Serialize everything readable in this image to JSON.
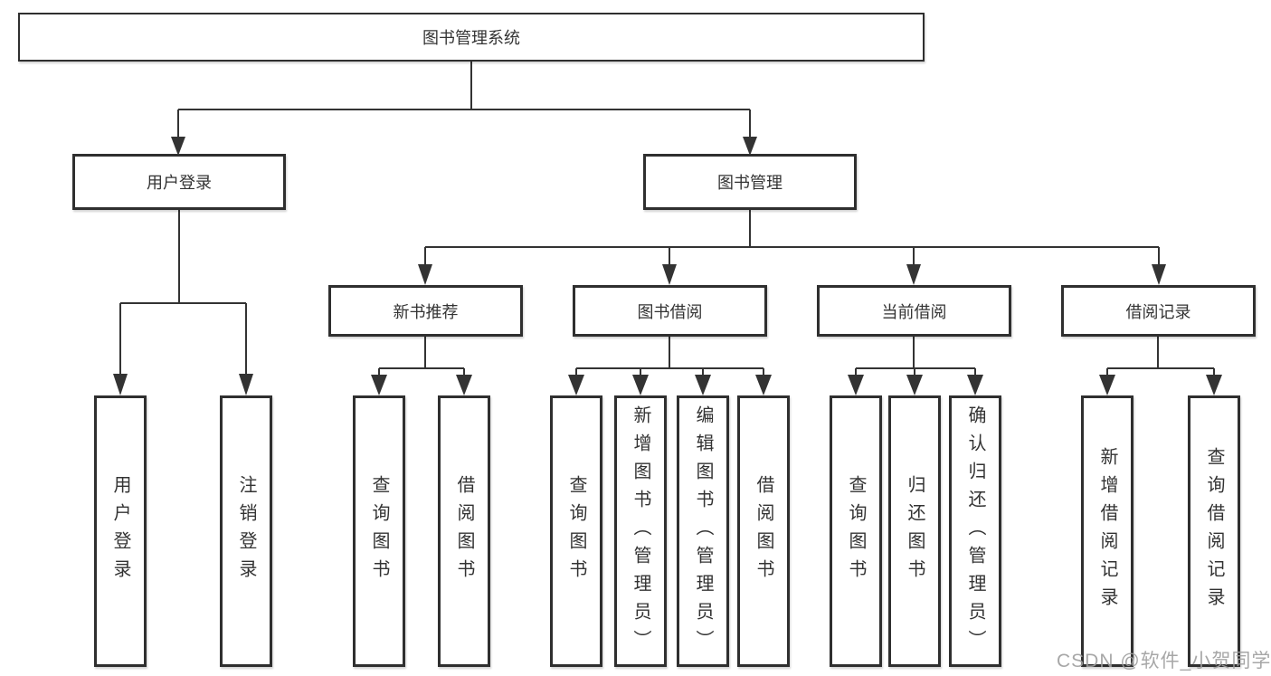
{
  "tree": {
    "root": "图书管理系统",
    "level2": {
      "login": {
        "label": "用户登录"
      },
      "management": {
        "label": "图书管理"
      }
    },
    "level3": {
      "recommend": {
        "label": "新书推荐"
      },
      "borrow": {
        "label": "图书借阅"
      },
      "current": {
        "label": "当前借阅"
      },
      "records": {
        "label": "借阅记录"
      }
    },
    "leaves": {
      "login": [
        "用户登录",
        "注销登录"
      ],
      "recommend": [
        "查询图书",
        "借阅图书"
      ],
      "borrow": [
        "查询图书",
        "新增图书（管理员）",
        "编辑图书（管理员）",
        "借阅图书"
      ],
      "current": [
        "查询图书",
        "归还图书",
        "确认归还（管理员）"
      ],
      "records": [
        "新增借阅记录",
        "查询借阅记录"
      ]
    }
  },
  "watermark": "CSDN @软件_小贺同学",
  "colors": {
    "box_border": "#2f2f2f",
    "line": "#333333",
    "text": "#333333",
    "watermark": "#9e9e9e",
    "background": "#ffffff"
  }
}
